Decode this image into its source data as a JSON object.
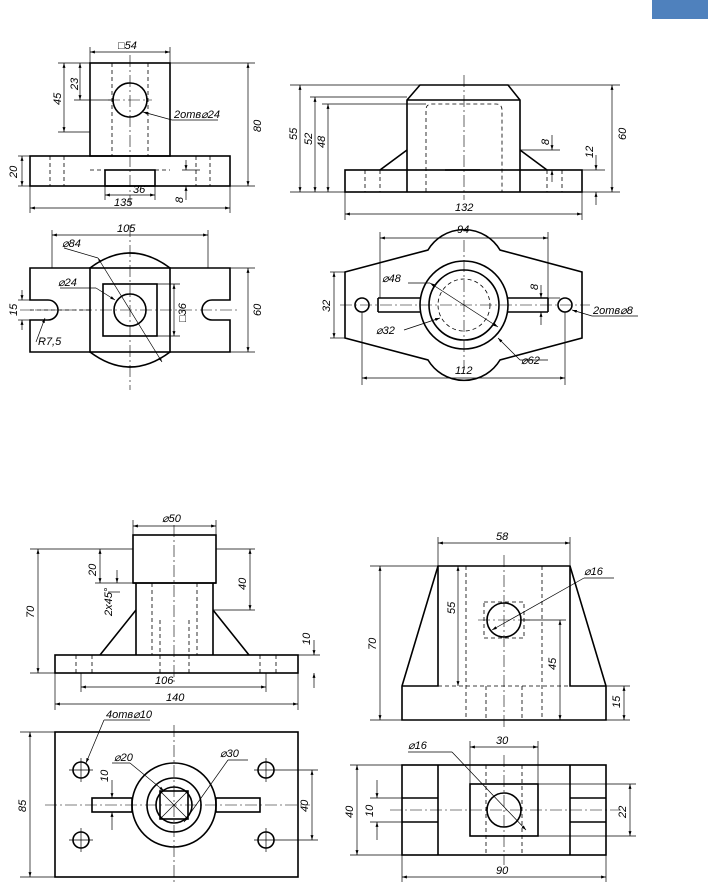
{
  "colors": {
    "corner_tab": "#4F81BD",
    "ink": "#000000"
  },
  "drawing1": {
    "top": {
      "d_width": "□54",
      "d_23": "23",
      "d_45": "45",
      "d_80": "80",
      "d_holes": "2отв⌀24",
      "d_20": "20",
      "d_36": "36",
      "d_8": "8",
      "d_135": "135"
    },
    "bottom": {
      "d_105": "105",
      "d_84": "⌀84",
      "d_24": "⌀24",
      "d_15": "15",
      "d_sq36": "□36",
      "d_60": "60",
      "d_r75": "R7,5"
    }
  },
  "drawing2": {
    "top": {
      "d_55": "55",
      "d_52": "52",
      "d_48": "48",
      "d_8": "8",
      "d_12": "12",
      "d_60": "60",
      "d_132": "132"
    },
    "bottom": {
      "d_94": "94",
      "d_48": "⌀48",
      "d_8": "8",
      "d_32": "32",
      "d_d32": "⌀32",
      "d_holes": "2отв⌀8",
      "d_62": "⌀62",
      "d_112": "112"
    }
  },
  "drawing3": {
    "top": {
      "d_50": "⌀50",
      "d_20": "20",
      "d_40": "40",
      "d_70": "70",
      "d_chamfer": "2x45°",
      "d_10": "10",
      "d_106": "106",
      "d_140": "140"
    },
    "bottom": {
      "d_holes": "4отв⌀10",
      "d_20": "⌀20",
      "d_30": "⌀30",
      "d_10": "10",
      "d_85": "85",
      "d_40": "40"
    }
  },
  "drawing4": {
    "top": {
      "d_58": "58",
      "d_16": "⌀16",
      "d_55": "55",
      "d_70": "70",
      "d_45": "45",
      "d_15": "15"
    },
    "bottom": {
      "d_16": "⌀16",
      "d_30": "30",
      "d_10": "10",
      "d_40": "40",
      "d_22": "22",
      "d_90": "90"
    }
  }
}
